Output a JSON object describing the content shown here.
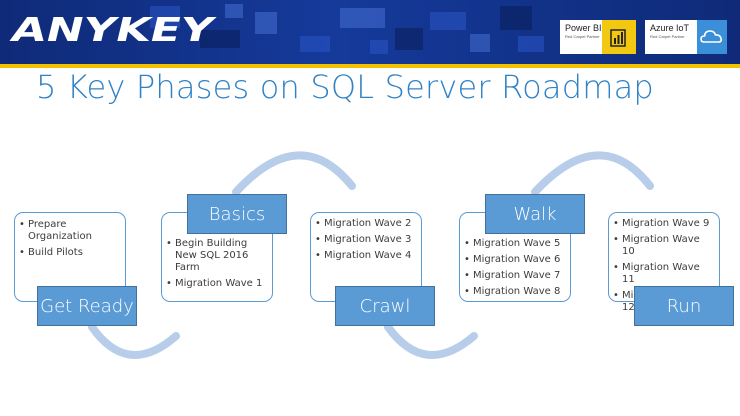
{
  "header": {
    "logo": "ANYKEY",
    "partners": [
      {
        "name": "Power BI",
        "sub": "Red Carpet Partner",
        "icon": "power-bi-icon"
      },
      {
        "name": "Azure IoT",
        "sub": "Red Carpet Partner",
        "icon": "cloud-icon"
      }
    ],
    "accent_color": "#f2c200",
    "bar_color": "#153a9a"
  },
  "slide": {
    "title": "5 Key Phases on SQL Server Roadmap"
  },
  "phases": [
    {
      "name": "Get Ready",
      "items": [
        "Prepare Organization",
        "Build Pilots"
      ]
    },
    {
      "name": "Basics",
      "items": [
        "Begin Building New SQL 2016 Farm",
        "Migration Wave 1"
      ]
    },
    {
      "name": "Crawl",
      "items": [
        "Migration Wave 2",
        "Migration Wave 3",
        "Migration Wave 4"
      ]
    },
    {
      "name": "Walk",
      "items": [
        "Migration Wave 5",
        "Migration Wave 6",
        "Migration Wave 7",
        "Migration Wave 8"
      ]
    },
    {
      "name": "Run",
      "items": [
        "Migration Wave 9",
        "Migration Wave 10",
        "Migration Wave 11",
        "Migration Wave 12"
      ]
    }
  ],
  "colors": {
    "title": "#2f82c6",
    "phase_fill": "#5b9bd5",
    "arrow": "#b7cde9"
  }
}
